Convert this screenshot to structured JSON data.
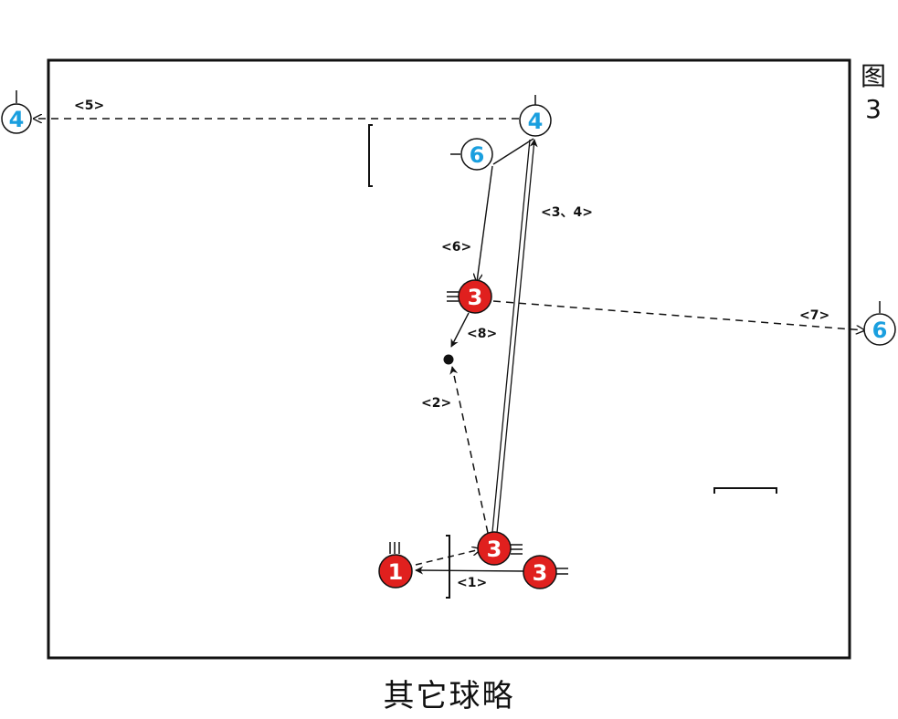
{
  "figure": {
    "label_line1": "图",
    "label_line2": "3"
  },
  "caption": "其它球略",
  "colors": {
    "red_team": "#e0201e",
    "blue_team": "#1a9fdf",
    "line": "#111111"
  },
  "players": [
    {
      "id": "b4-top",
      "team": "blue",
      "number": "4"
    },
    {
      "id": "b4-left",
      "team": "blue",
      "number": "4"
    },
    {
      "id": "b6-top",
      "team": "blue",
      "number": "6"
    },
    {
      "id": "b6-right",
      "team": "blue",
      "number": "6"
    },
    {
      "id": "r3-mid",
      "team": "red",
      "number": "3"
    },
    {
      "id": "r3-low",
      "team": "red",
      "number": "3"
    },
    {
      "id": "r3-right",
      "team": "red",
      "number": "3"
    },
    {
      "id": "r1",
      "team": "red",
      "number": "1"
    }
  ],
  "labels": {
    "l1": "<1>",
    "l2": "<2>",
    "l34": "<3、4>",
    "l5": "<5>",
    "l6": "<6>",
    "l7": "<7>",
    "l8": "<8>"
  }
}
